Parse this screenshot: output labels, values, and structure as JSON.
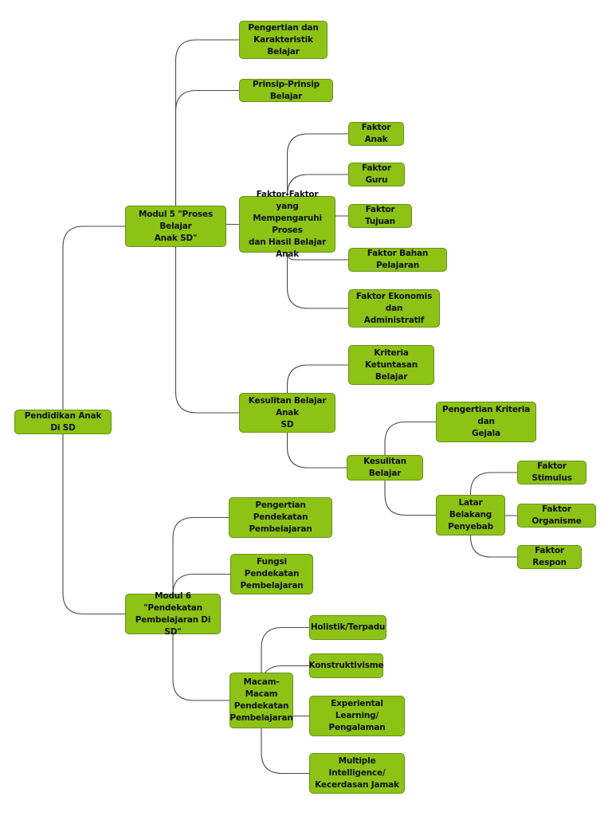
{
  "mindmap": {
    "root": {
      "label": "Pendidikan Anak Di SD"
    },
    "modul5": {
      "label": "Modul 5 \"Proses Belajar\nAnak SD\"",
      "pengertian": "Pengertian dan\nKarakteristik Belajar",
      "prinsip": "Prinsip-Prinsip Belajar",
      "faktor": {
        "label": "Faktor-Faktor yang\nMempengaruhi Proses\ndan Hasil Belajar Anak",
        "anak": "Faktor Anak",
        "guru": "Faktor Guru",
        "tujuan": "Faktor Tujuan",
        "bahan": "Faktor Bahan Pelajaran",
        "ekonomis": "Faktor Ekonomis dan\nAdministratif"
      },
      "kesulitan": {
        "label": "Kesulitan Belajar Anak\nSD",
        "kriteria": "Kriteria Ketuntasan\nBelajar",
        "kesulitan_belajar": {
          "label": "Kesulitan Belajar",
          "pengertian": "Pengertian Kriteria dan\nGejala",
          "latar": {
            "label": "Latar Belakang\nPenyebab",
            "stimulus": "Faktor Stimulus",
            "organisme": "Faktor Organisme",
            "respon": "Faktor Respon"
          }
        }
      }
    },
    "modul6": {
      "label": "Modul 6 \"Pendekatan\nPembelajaran Di SD\"",
      "pengertian": "Pengertian Pendekatan\nPembelajaran",
      "fungsi": "Fungsi Pendekatan\nPembelajaran",
      "macam": {
        "label": "Macam-Macam\nPendekatan\nPembelajaran",
        "holistik": "Holistik/Terpadu",
        "konstruktivisme": "Konstruktivisme",
        "experiental": "Experiental Learning/\nPengalaman",
        "multiple": "Multiple Intelligence/\nKecerdasan Jamak"
      }
    }
  },
  "colors": {
    "node_fill": "#8cc314",
    "node_border": "#6a8f1e",
    "connector": "#4a4a4a"
  }
}
